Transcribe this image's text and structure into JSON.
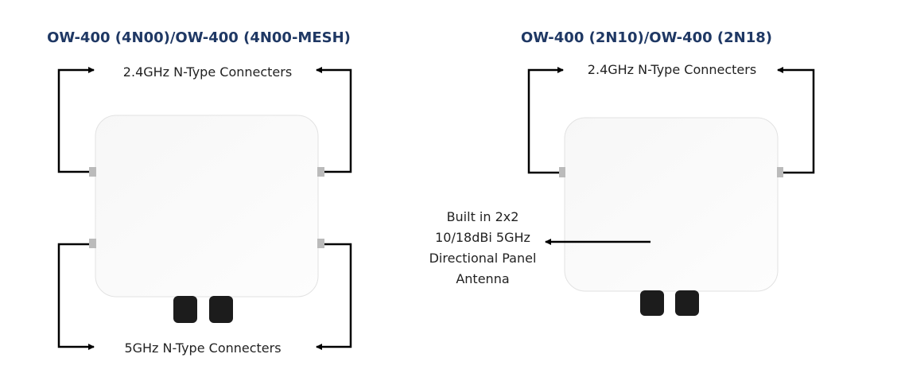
{
  "left": {
    "title": "OW-400 (4N00)/OW-400 (4N00-MESH)",
    "top_label": "2.4GHz N-Type Connecters",
    "bottom_label": "5GHz N-Type Connecters"
  },
  "right": {
    "title": "OW-400 (2N10)/OW-400 (2N18)",
    "top_label": "2.4GHz N-Type Connecters",
    "antenna_label": [
      "Built in 2x2",
      "10/18dBi 5GHz",
      "Directional Panel",
      "Antenna"
    ]
  }
}
